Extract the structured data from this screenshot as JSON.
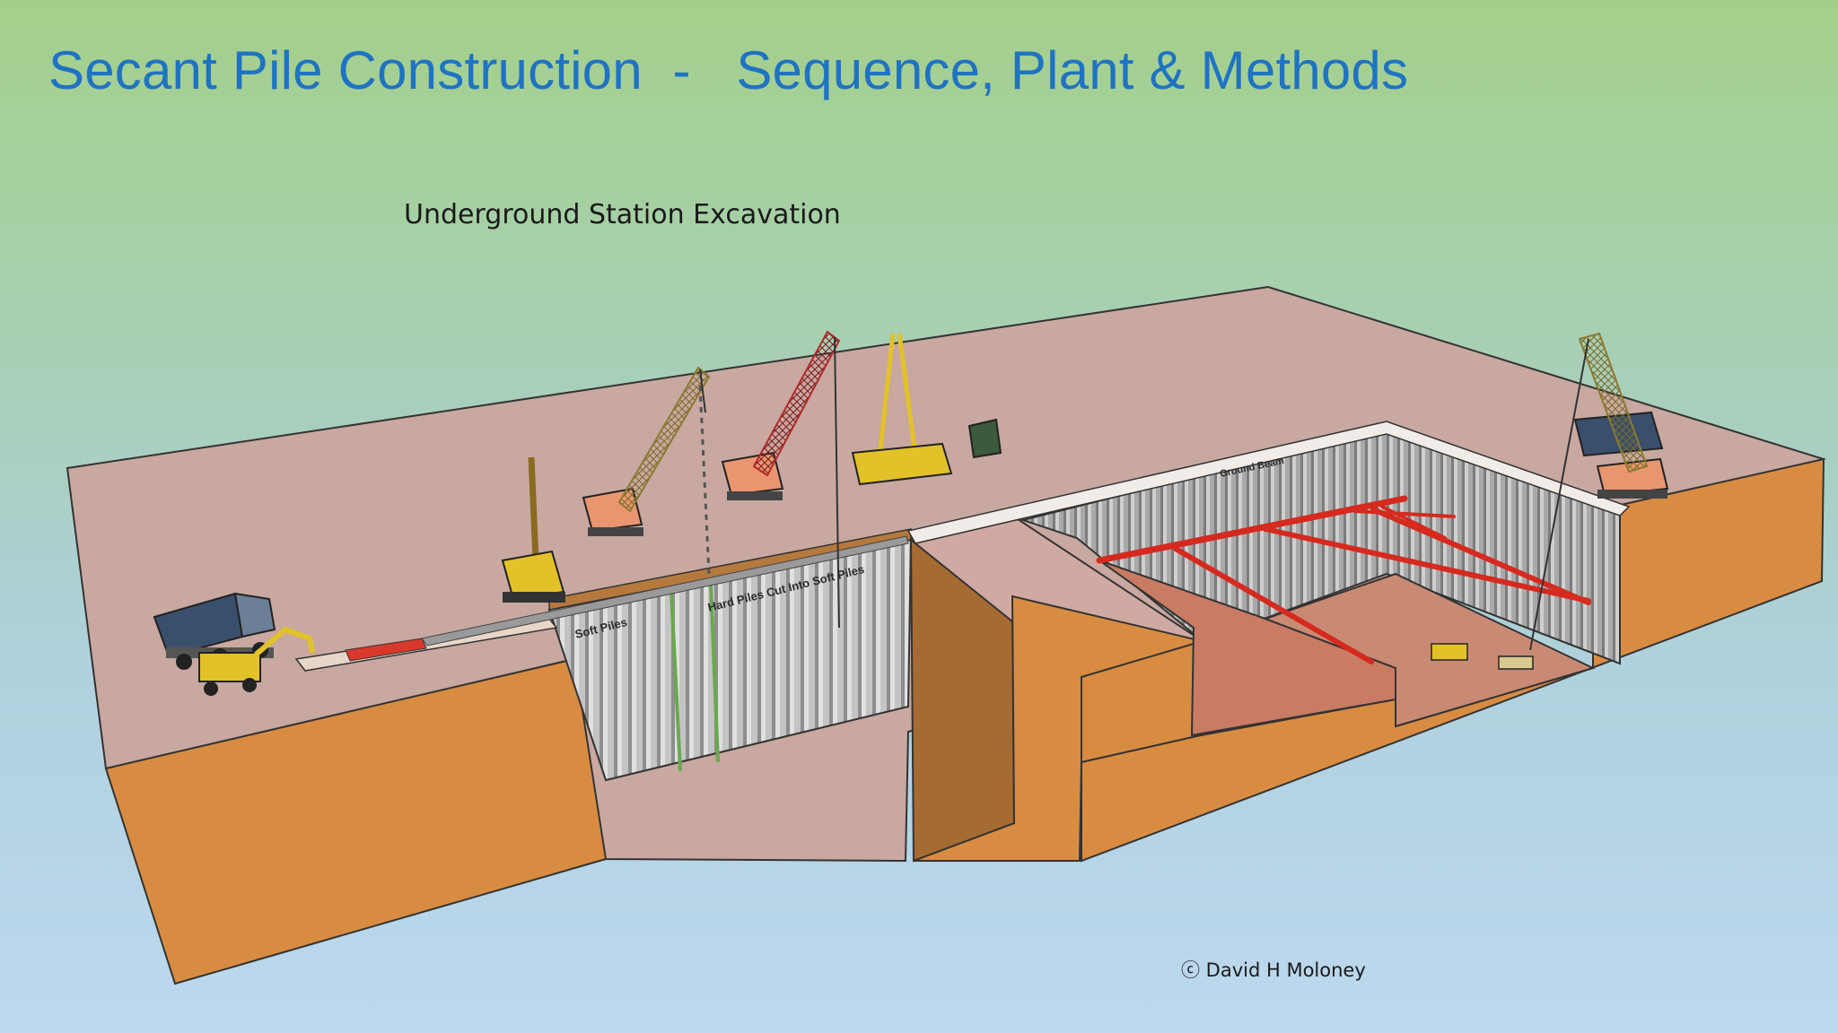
{
  "slide": {
    "title": "Secant Pile Construction  -   Sequence, Plant & Methods",
    "subtitle": "Underground Station Excavation",
    "copyright": "ⓒ David H Moloney"
  },
  "diagram": {
    "labels": {
      "soft_piles": "Soft Piles",
      "hard_piles": "Hard Piles Cut Into Soft Piles",
      "ground_beam": "Ground Beam"
    }
  },
  "colors": {
    "title": "#1f73c3",
    "ground_surface": "#c8a8a0",
    "soil_face": "#d88c42",
    "soil_shadow": "#a66b33",
    "pile": "#b9b9b9",
    "strut": "#d62a1e",
    "crane_red": "#d93b35",
    "crane_yellow": "#e6d47a"
  }
}
